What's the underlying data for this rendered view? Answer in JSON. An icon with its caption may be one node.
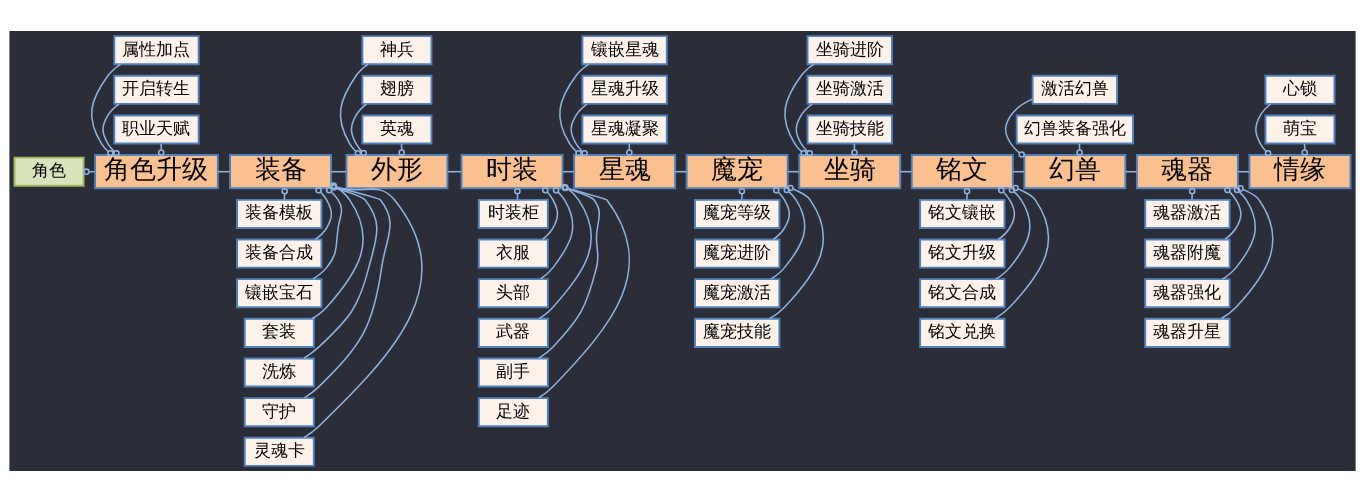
{
  "diagram": {
    "nodes": [
      {
        "text": [
          "角色"
        ]
      },
      {
        "text": [
          "角色升级"
        ]
      },
      {
        "text": [
          "装备"
        ]
      },
      {
        "text": [
          "外形"
        ]
      },
      {
        "text": [
          "时装"
        ]
      },
      {
        "text": [
          "星魂"
        ]
      },
      {
        "text": [
          "魔宠"
        ]
      },
      {
        "text": [
          "坐骑"
        ]
      },
      {
        "text": [
          "铭文"
        ]
      },
      {
        "text": [
          "幻兽"
        ]
      },
      {
        "text": [
          "魂器"
        ]
      },
      {
        "text": [
          "情缘"
        ]
      },
      {
        "text": [
          "属性加点"
        ]
      },
      {
        "text": [
          "开启转生"
        ]
      },
      {
        "text": [
          "职业天赋"
        ]
      },
      {
        "text": [
          "装备模板"
        ]
      },
      {
        "text": [
          "装备合成"
        ]
      },
      {
        "text": [
          "镶嵌宝石"
        ]
      },
      {
        "text": [
          "套装"
        ]
      },
      {
        "text": [
          "洗炼"
        ]
      },
      {
        "text": [
          "守护"
        ]
      },
      {
        "text": [
          "灵魂卡"
        ]
      },
      {
        "text": [
          "神兵"
        ]
      },
      {
        "text": [
          "翅膀"
        ]
      },
      {
        "text": [
          "英魂"
        ]
      },
      {
        "text": [
          "时装柜"
        ]
      },
      {
        "text": [
          "衣服"
        ]
      },
      {
        "text": [
          "头部"
        ]
      },
      {
        "text": [
          "武器"
        ]
      },
      {
        "text": [
          "副手"
        ]
      },
      {
        "text": [
          "足迹"
        ]
      },
      {
        "text": [
          "镶嵌星魂"
        ]
      },
      {
        "text": [
          "星魂升级"
        ]
      },
      {
        "text": [
          "星魂凝聚"
        ]
      },
      {
        "text": [
          "魔宠等级"
        ]
      },
      {
        "text": [
          "魔宠进阶"
        ]
      },
      {
        "text": [
          "魔宠激活"
        ]
      },
      {
        "text": [
          "魔宠技能"
        ]
      },
      {
        "text": [
          "坐骑进阶"
        ]
      },
      {
        "text": [
          "坐骑激活"
        ]
      },
      {
        "text": [
          "坐骑技能"
        ]
      },
      {
        "text": [
          "铭文镶嵌"
        ]
      },
      {
        "text": [
          "铭文升级"
        ]
      },
      {
        "text": [
          "铭文合成"
        ]
      },
      {
        "text": [
          "铭文兑换"
        ]
      },
      {
        "text": [
          "激活幻兽"
        ]
      },
      {
        "text": [
          "幻兽装备强化"
        ]
      },
      {
        "text": [
          "魂器激活"
        ]
      },
      {
        "text": [
          "魂器附魔"
        ]
      },
      {
        "text": [
          "魂器强化"
        ]
      },
      {
        "text": [
          "魂器升星"
        ]
      },
      {
        "text": [
          "心锁"
        ]
      },
      {
        "text": [
          "萌宝"
        ]
      }
    ],
    "edges": [
      {
        "from": 0,
        "to": 1,
        "arrow": "other"
      },
      {
        "from": 1,
        "to": 2,
        "arrow": "none"
      },
      {
        "from": 2,
        "to": 3,
        "arrow": "none"
      },
      {
        "from": 3,
        "to": 4,
        "arrow": "none"
      },
      {
        "from": 4,
        "to": 5,
        "arrow": "none"
      },
      {
        "from": 5,
        "to": 6,
        "arrow": "none"
      },
      {
        "from": 6,
        "to": 7,
        "arrow": "none"
      },
      {
        "from": 7,
        "to": 8,
        "arrow": "none"
      },
      {
        "from": 8,
        "to": 9,
        "arrow": "none"
      },
      {
        "from": 9,
        "to": 10,
        "arrow": "none"
      },
      {
        "from": 10,
        "to": 11,
        "arrow": "none"
      },
      {
        "from": 1,
        "to": 12,
        "arrow": "other"
      },
      {
        "from": 1,
        "to": 13,
        "arrow": "other"
      },
      {
        "from": 1,
        "to": 14,
        "arrow": "other"
      },
      {
        "from": 2,
        "to": 15,
        "arrow": "other"
      },
      {
        "from": 2,
        "to": 16,
        "arrow": "other"
      },
      {
        "from": 2,
        "to": 17,
        "arrow": "other"
      },
      {
        "from": 2,
        "to": 18,
        "arrow": "other"
      },
      {
        "from": 2,
        "to": 19,
        "arrow": "other"
      },
      {
        "from": 2,
        "to": 20,
        "arrow": "other"
      },
      {
        "from": 2,
        "to": 21,
        "arrow": "other"
      },
      {
        "from": 3,
        "to": 22,
        "arrow": "other"
      },
      {
        "from": 3,
        "to": 23,
        "arrow": "other"
      },
      {
        "from": 3,
        "to": 24,
        "arrow": "other"
      },
      {
        "from": 4,
        "to": 25,
        "arrow": "other"
      },
      {
        "from": 4,
        "to": 26,
        "arrow": "other"
      },
      {
        "from": 4,
        "to": 27,
        "arrow": "other"
      },
      {
        "from": 4,
        "to": 28,
        "arrow": "other"
      },
      {
        "from": 4,
        "to": 29,
        "arrow": "other"
      },
      {
        "from": 4,
        "to": 30,
        "arrow": "other"
      },
      {
        "from": 5,
        "to": 31,
        "arrow": "other"
      },
      {
        "from": 5,
        "to": 32,
        "arrow": "other"
      },
      {
        "from": 5,
        "to": 33,
        "arrow": "other"
      },
      {
        "from": 6,
        "to": 34,
        "arrow": "other"
      },
      {
        "from": 6,
        "to": 35,
        "arrow": "other"
      },
      {
        "from": 6,
        "to": 36,
        "arrow": "other"
      },
      {
        "from": 6,
        "to": 37,
        "arrow": "other"
      },
      {
        "from": 7,
        "to": 38,
        "arrow": "other"
      },
      {
        "from": 7,
        "to": 39,
        "arrow": "other"
      },
      {
        "from": 7,
        "to": 40,
        "arrow": "other"
      },
      {
        "from": 8,
        "to": 41,
        "arrow": "other"
      },
      {
        "from": 8,
        "to": 42,
        "arrow": "other"
      },
      {
        "from": 8,
        "to": 43,
        "arrow": "other"
      },
      {
        "from": 8,
        "to": 44,
        "arrow": "other"
      },
      {
        "from": 9,
        "to": 45,
        "arrow": "other"
      },
      {
        "from": 9,
        "to": 46,
        "arrow": "other"
      },
      {
        "from": 10,
        "to": 47,
        "arrow": "other"
      },
      {
        "from": 10,
        "to": 48,
        "arrow": "other"
      },
      {
        "from": 10,
        "to": 49,
        "arrow": "other"
      },
      {
        "from": 10,
        "to": 50,
        "arrow": "other"
      },
      {
        "from": 11,
        "to": 51,
        "arrow": "other"
      },
      {
        "from": 11,
        "to": 52,
        "arrow": "other"
      }
    ]
  }
}
